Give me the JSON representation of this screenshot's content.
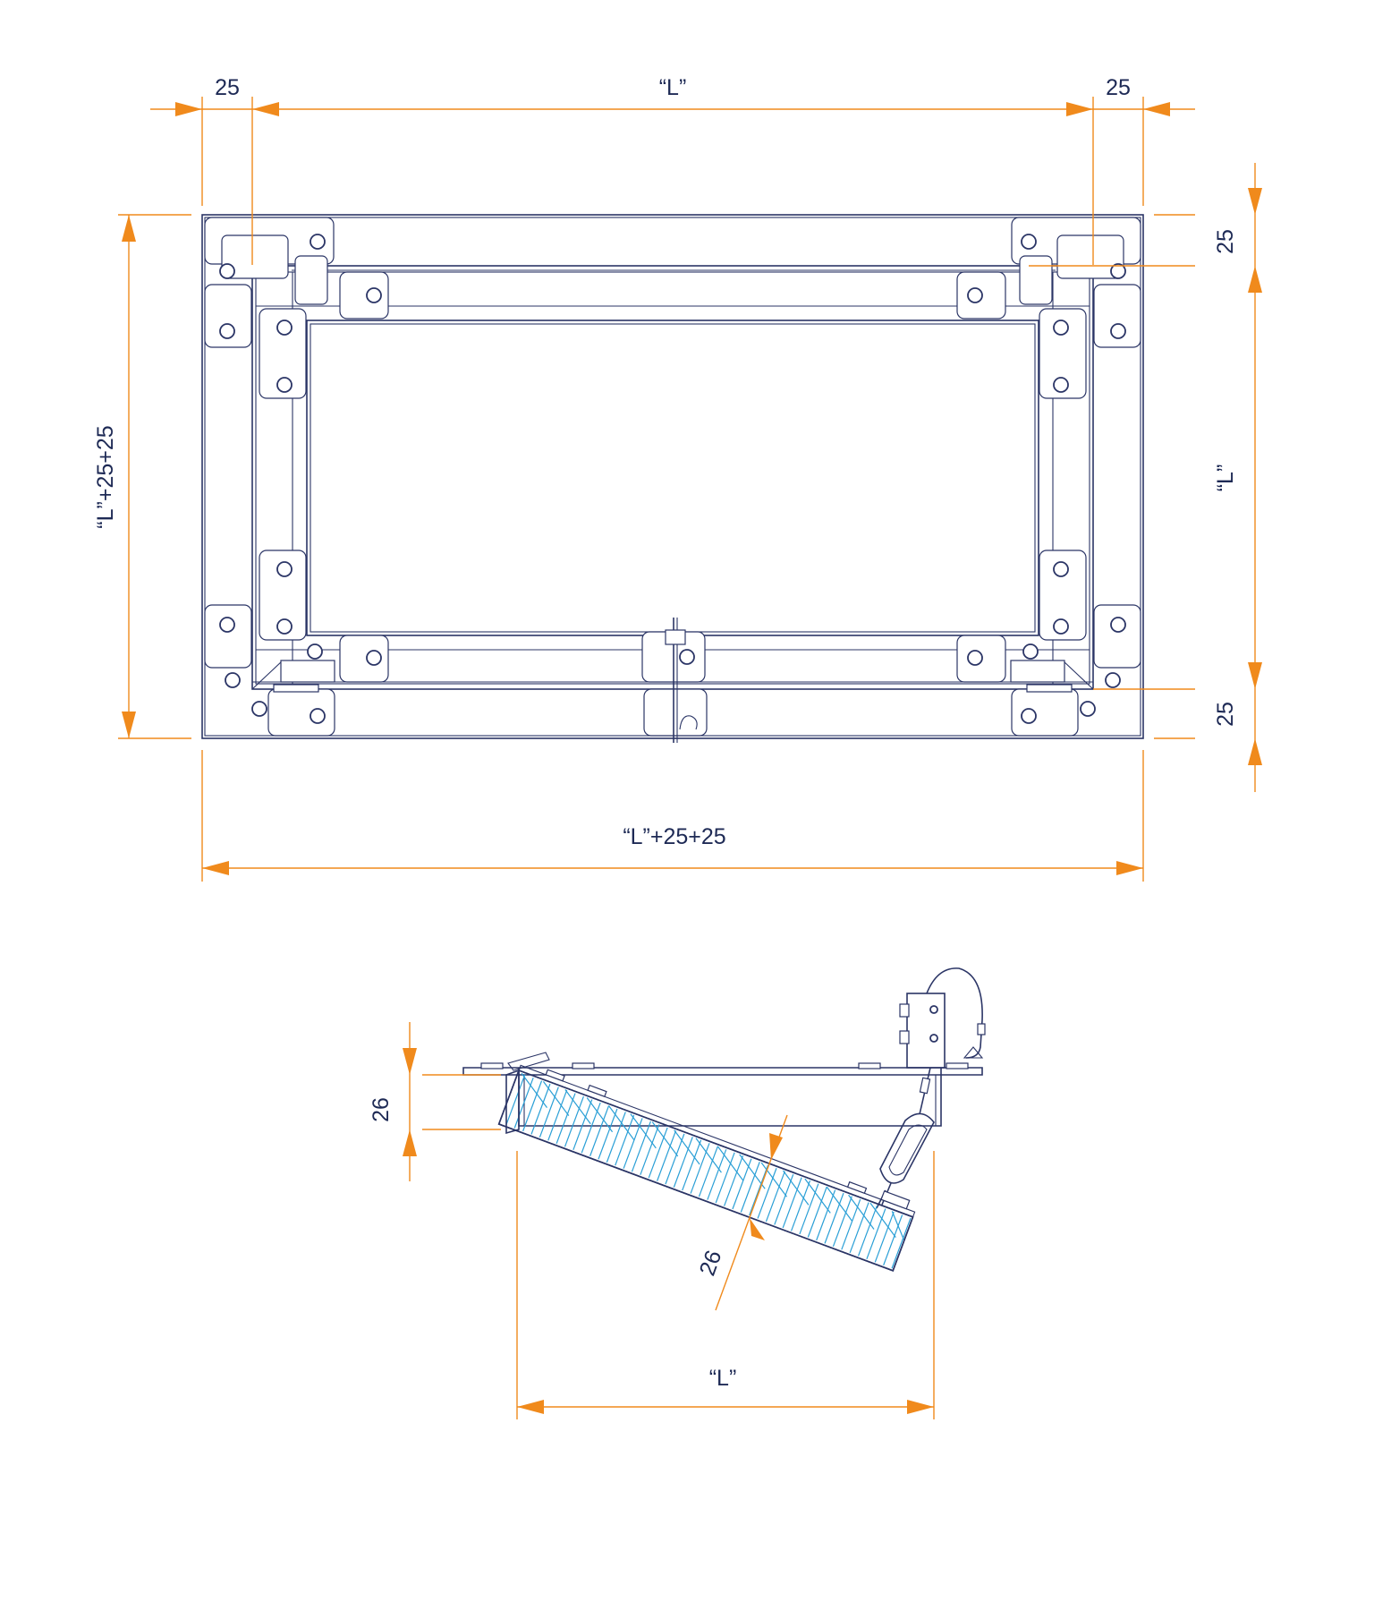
{
  "colors": {
    "dimension": "#f08a1c",
    "line": "#2b3566",
    "hatch": "#2a9fd6",
    "text": "#1e2a55"
  },
  "plan_view": {
    "top_left_margin": "25",
    "top_width": "“L”",
    "top_right_margin": "25",
    "right_top_margin": "25",
    "right_height": "“L”",
    "right_bottom_margin": "25",
    "left_total_height": "“L”+25+25",
    "bottom_total_width": "“L”+25+25"
  },
  "section_view": {
    "frame_depth": "26",
    "panel_thickness": "26",
    "opening_width": "“L”"
  }
}
